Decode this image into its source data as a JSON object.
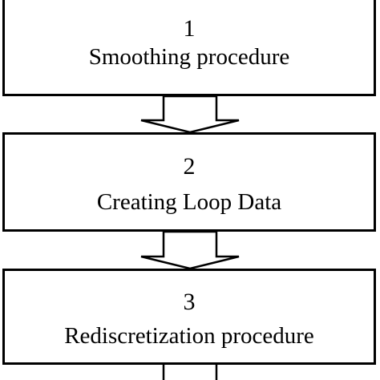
{
  "diagram": {
    "steps": [
      {
        "number": "1",
        "label": "Smoothing procedure"
      },
      {
        "number": "2",
        "label": "Creating Loop Data"
      },
      {
        "number": "3",
        "label": "Rediscretization procedure"
      }
    ],
    "colors": {
      "stroke": "#000000",
      "background": "#ffffff"
    }
  }
}
